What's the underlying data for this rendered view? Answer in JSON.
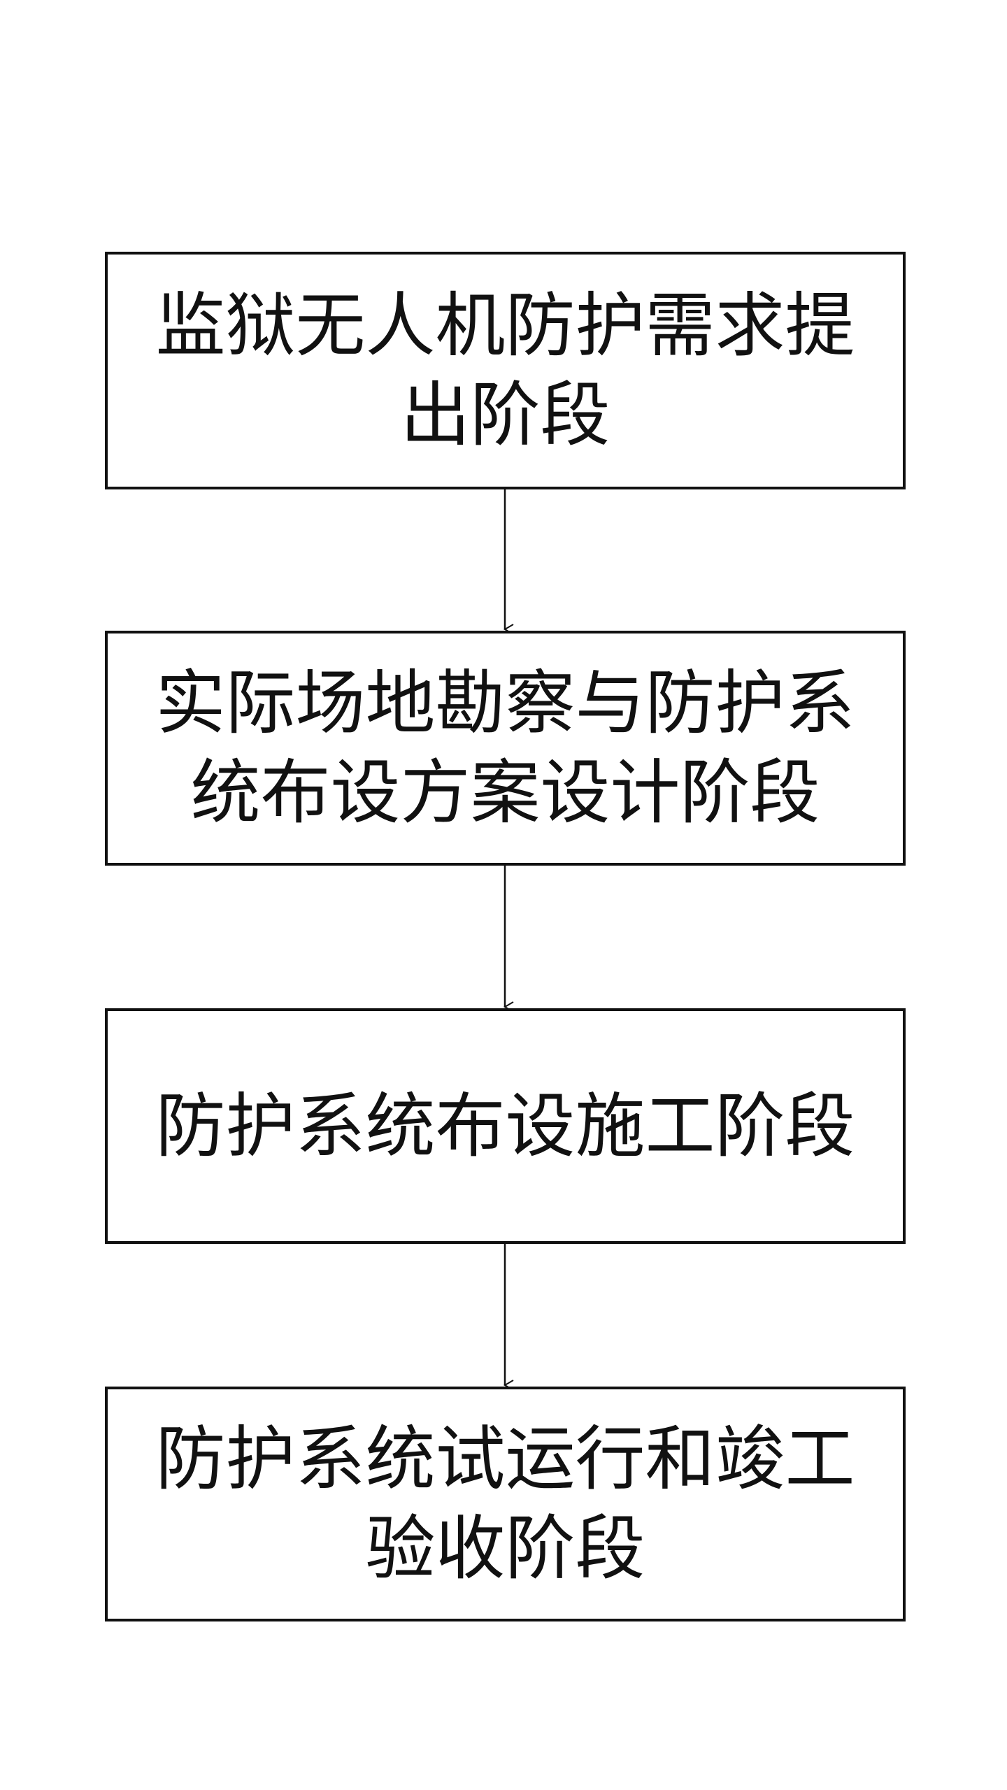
{
  "diagram": {
    "type": "flowchart",
    "direction": "top-to-bottom",
    "steps": [
      {
        "label": "监狱无人机防护需求提出阶段"
      },
      {
        "label": "实际场地勘察与防护系统布设方案设计阶段"
      },
      {
        "label": "防护系统布设施工阶段"
      },
      {
        "label": "防护系统试运行和竣工验收阶段"
      }
    ],
    "connectors": [
      {
        "from": 0,
        "to": 1
      },
      {
        "from": 1,
        "to": 2
      },
      {
        "from": 2,
        "to": 3
      }
    ],
    "colors": {
      "stroke": "#111111",
      "background": "#ffffff"
    }
  }
}
